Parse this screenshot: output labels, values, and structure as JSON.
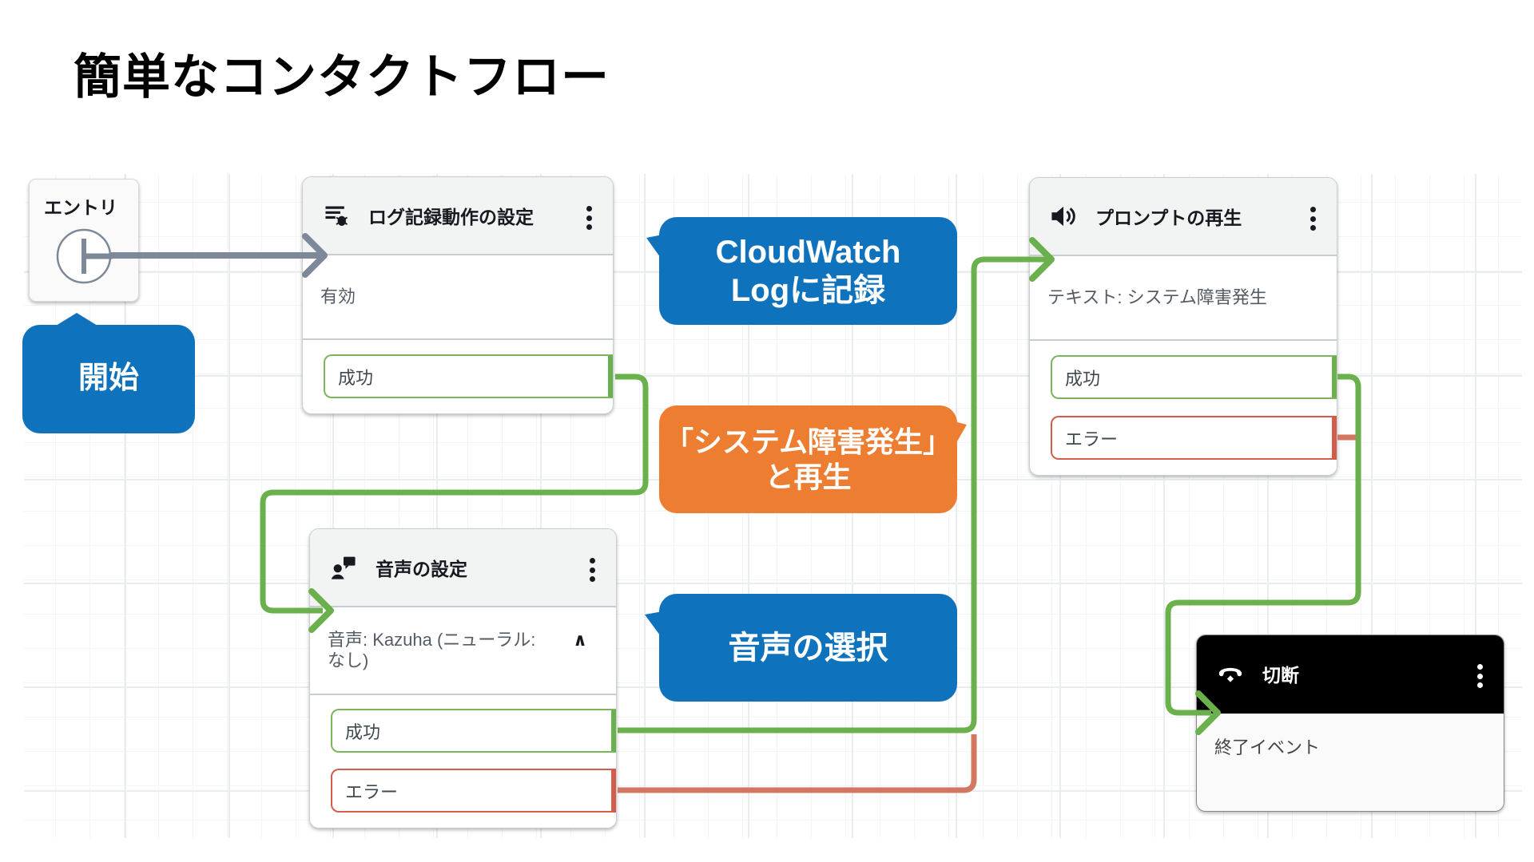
{
  "page": {
    "title": "簡単なコンタクトフロー"
  },
  "colors": {
    "blue": "#0f72bc",
    "orange": "#ed7d31",
    "success_green": "#6ab04c",
    "error_red": "#d35c4a",
    "entry_arrow": "#7d8998",
    "node_header": "#f2f3f3",
    "dark_header": "#000000"
  },
  "entry": {
    "label": "エントリ",
    "icon": "entry-circle-icon"
  },
  "nodes": [
    {
      "id": "set-logging-behavior",
      "icon": "logging-bug-icon",
      "title": "ログ記録動作の設定",
      "body": "有効",
      "outputs": [
        {
          "label": "成功",
          "kind": "ok"
        }
      ]
    },
    {
      "id": "set-voice",
      "icon": "voice-person-icon",
      "title": "音声の設定",
      "body": "音声: Kazuha (ニューラル: なし)",
      "chevron": "∧",
      "outputs": [
        {
          "label": "成功",
          "kind": "ok"
        },
        {
          "label": "エラー",
          "kind": "err"
        }
      ]
    },
    {
      "id": "play-prompt",
      "icon": "speaker-icon",
      "title": "プロンプトの再生",
      "body": "テキスト: システム障害発生",
      "outputs": [
        {
          "label": "成功",
          "kind": "ok"
        },
        {
          "label": "エラー",
          "kind": "err"
        }
      ]
    },
    {
      "id": "disconnect",
      "icon": "phone-hangup-icon",
      "title": "切断",
      "body": "終了イベント",
      "outputs": []
    }
  ],
  "callouts": [
    {
      "id": "start",
      "text": "開始",
      "color": "blue",
      "tail": "up"
    },
    {
      "id": "cloudwatch",
      "text": "CloudWatch\nLogに記録",
      "color": "blue",
      "tail": "left"
    },
    {
      "id": "play-text",
      "text": "「システム障害発生」\nと再生",
      "color": "orange",
      "tail": "right"
    },
    {
      "id": "voice-pick",
      "text": "音声の選択",
      "color": "blue",
      "tail": "left"
    }
  ]
}
